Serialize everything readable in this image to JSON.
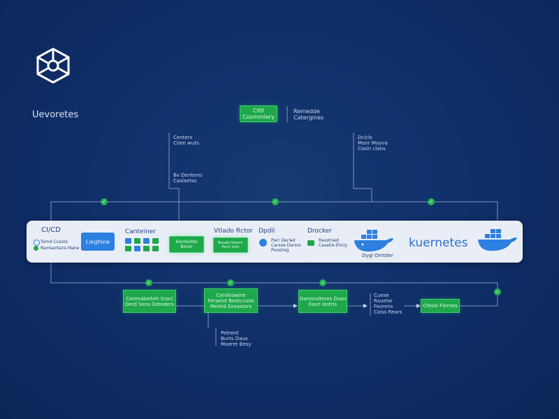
{
  "brand": {
    "name": "Uevoretes"
  },
  "top": {
    "green_label": "Cittl\nCosmmlery",
    "green_side": "Remedde\nCatergines",
    "left_note_1": "Centers\nClam wuts",
    "left_note_2": "Bv Denteno\nCaslaetss",
    "right_note": "Dcicls\nMonr Mayva\nCosin clans"
  },
  "band": {
    "cicd_title": "CI/CD",
    "cicd_items": [
      "Tornd Ccaslis",
      "Ramsantans Mane"
    ],
    "blue_box": "Liegfone",
    "container_title": "Canteiner",
    "monitor_title": "Vtlado Rctor",
    "monitor_box": "Bandarbte\nBsner",
    "monitor_box2": "Besate tlesenr\nPerct tolts",
    "deploy_title": "Dpdil",
    "deploy_text": "Parc Derlad\nCarsoe Dersre\nPooslreg",
    "docker_title": "Drocker",
    "docker_text": "Rasstcied\nCasatie Ehniy",
    "whale_caption": "Dygl Omtder",
    "kubernetes": "kuernetes"
  },
  "bottom": {
    "box1": "Conmabeiteh Sroct\nDerd Sens Deteders",
    "box2": "Cenlloswine\nFeraeiol Bestcruies\nMeilnd Eesastors",
    "box3": "Oarssrolteres Dusn\nFaorl Iestrls",
    "list": "Cuese\nRauelar\nFeorens\nCaiss Rears",
    "final_box": "Cfesle Flernes",
    "sub_note": "Petrerd\nBurts Daus\nMaeret Besy"
  }
}
